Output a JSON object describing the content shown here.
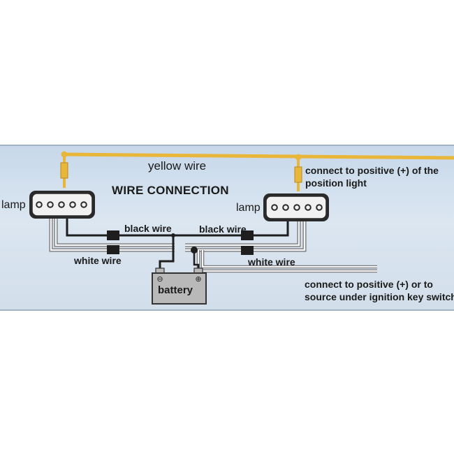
{
  "diagram": {
    "title": "WIRE CONNECTION",
    "labels": {
      "yellow_wire": "yellow wire",
      "black_wire_left": "black wire",
      "black_wire_right": "black wire",
      "white_wire_left": "white wire",
      "white_wire_right": "white wire",
      "lamp_left": "lamp",
      "lamp_right": "lamp",
      "battery": "battery",
      "positive_position_line1": "connect to positive (+) of  the",
      "positive_position_line2": "position light",
      "ignition_line1": "connect to  positive (+) or to",
      "ignition_line2": "source under ignition key switch"
    },
    "colors": {
      "yellow_wire": "#e8b73a",
      "black_wire": "#1e1e1e",
      "white_wire": "#f4f6f8",
      "lamp_body": "#f1f1f1",
      "battery_body": "#b9b9b9",
      "panel_bg": "#d2deea"
    },
    "icons": [
      "lamp-icon",
      "battery-icon",
      "connector-icon",
      "junction-dot-icon"
    ]
  }
}
